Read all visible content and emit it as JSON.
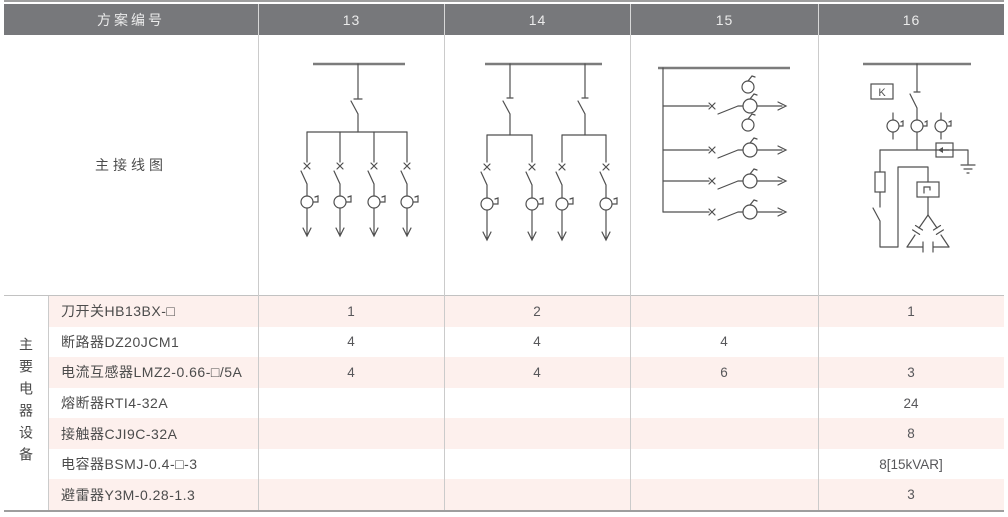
{
  "header": {
    "label": "方案编号",
    "schemes": [
      "13",
      "14",
      "15",
      "16"
    ]
  },
  "diagram_row": {
    "label": "主接线图",
    "k_box_label": "K",
    "diagram_descriptions": [
      "busbar, one knife switch, four breaker feeders each with current transformer and down arrow",
      "busbar, two knife switches each feeding two breaker branches with current transformers",
      "busbar with vertical spine and four horizontal breaker feeders with current transformers and right arrows, two extra transformer circles",
      "capacitor compensation cabinet: K controller box, switch, three current transformers, surge arrester with earth, fuse, contactor, delta-connected capacitor bank"
    ]
  },
  "equipment": {
    "vertical_label": "主要电器设备",
    "rows": [
      {
        "name": "刀开关HB13BX-□",
        "values": [
          "1",
          "2",
          "",
          "1"
        ]
      },
      {
        "name": "断路器DZ20JCM1",
        "values": [
          "4",
          "4",
          "4",
          ""
        ]
      },
      {
        "name": "电流互感器LMZ2-0.66-□/5A",
        "values": [
          "4",
          "4",
          "6",
          "3"
        ]
      },
      {
        "name": "熔断器RTI4-32A",
        "values": [
          "",
          "",
          "",
          "24"
        ]
      },
      {
        "name": "接触器CJI9C-32A",
        "values": [
          "",
          "",
          "",
          "8"
        ]
      },
      {
        "name": "电容器BSMJ-0.4-□-3",
        "values": [
          "",
          "",
          "",
          "8[15kVAR]"
        ]
      },
      {
        "name": "避雷器Y3M-0.28-1.3",
        "values": [
          "",
          "",
          "",
          "3"
        ]
      }
    ]
  },
  "colors": {
    "header_bg": "#77787b",
    "header_text": "#ebebeb",
    "row_pink": "#fdf0ed",
    "grid_line": "#cbcbcb",
    "diagram_stroke": "#4f4f4f"
  }
}
